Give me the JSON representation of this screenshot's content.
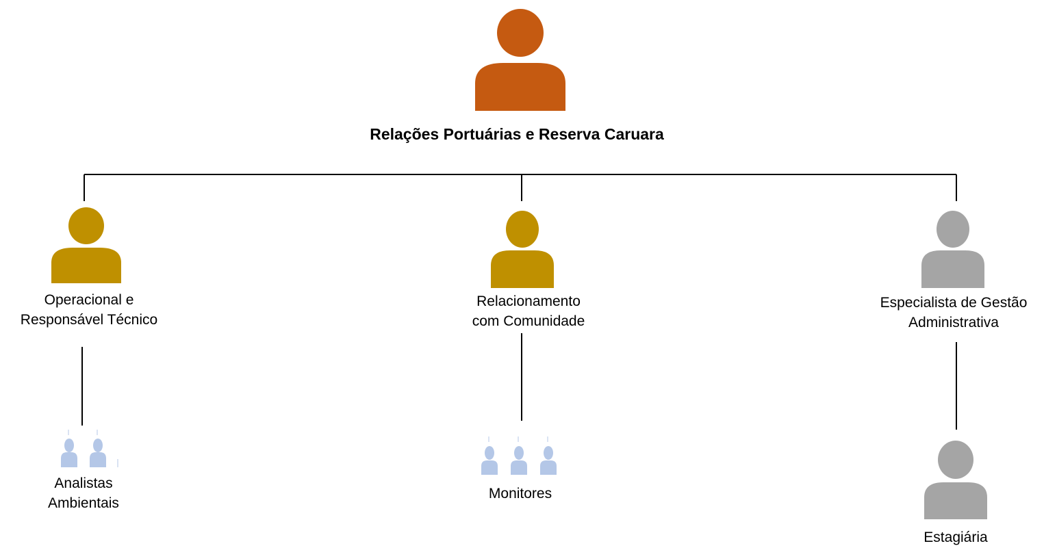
{
  "colors": {
    "root": "#C55A11",
    "manager": "#BF9000",
    "admin": "#A5A5A5",
    "team": "#B4C7E7",
    "connector": "#000000"
  },
  "root": {
    "title": "Relações Portuárias e Reserva Caruara",
    "icon": "person-icon"
  },
  "branches": [
    {
      "title": "Operacional e\nResponsável Técnico",
      "icon": "person-icon",
      "child": {
        "title": "Analistas\nAmbientais",
        "icon": "people-group-icon",
        "count": 2
      }
    },
    {
      "title": "Relacionamento\ncom Comunidade",
      "icon": "person-icon",
      "child": {
        "title": "Monitores",
        "icon": "people-group-icon",
        "count": 3
      }
    },
    {
      "title": "Especialista de Gestão\nAdministrativa",
      "icon": "person-icon",
      "child": {
        "title": "Estagiária",
        "icon": "person-icon",
        "count": 1
      }
    }
  ]
}
